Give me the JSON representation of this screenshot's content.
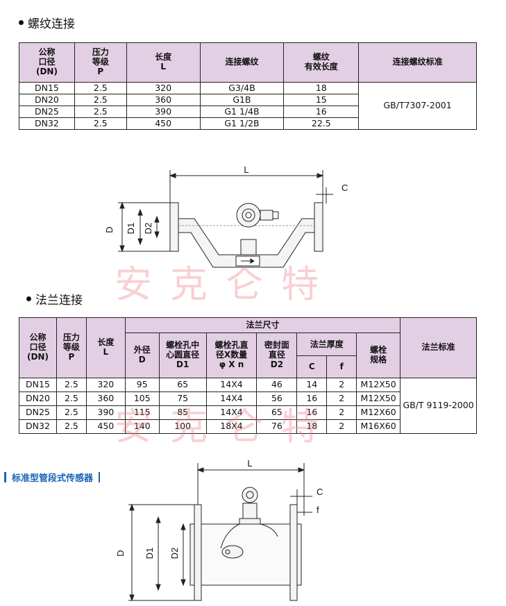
{
  "thread": {
    "title": "螺纹连接",
    "headers": [
      "公称\n口径\n(DN)",
      "压力\n等级\nP",
      "长度\nL",
      "连接螺纹",
      "螺纹\n有效长度",
      "连接螺纹标准"
    ],
    "rows": [
      [
        "DN15",
        "2.5",
        "320",
        "G3/4B",
        "18"
      ],
      [
        "DN20",
        "2.5",
        "360",
        "G1B",
        "15"
      ],
      [
        "DN25",
        "2.5",
        "390",
        "G1 1/4B",
        "16"
      ],
      [
        "DN32",
        "2.5",
        "450",
        "G1 1/2B",
        "22.5"
      ]
    ],
    "standard": "GB/T7307-2001"
  },
  "thread_diagram": {
    "L": "L",
    "C": "C",
    "D": "D",
    "D1": "D1",
    "D2": "D2"
  },
  "watermark": "安克仑特",
  "flange": {
    "title": "法兰连接",
    "h_dn": "公称\n口径\n(DN)",
    "h_p": "压力\n等级\nP",
    "h_len": "长度\nL",
    "h_size": "法兰尺寸",
    "h_od": "外径\nD",
    "h_d1": "螺栓孔中\n心圆直径\nD1",
    "h_holes": "螺栓孔直\n径X数量\nφ X n",
    "h_d2": "密封面\n直径\nD2",
    "h_thick": "法兰厚度",
    "h_c": "C",
    "h_f": "f",
    "h_bolt": "螺栓\n规格",
    "h_std": "法兰标准",
    "rows": [
      [
        "DN15",
        "2.5",
        "320",
        "95",
        "65",
        "14X4",
        "46",
        "14",
        "2",
        "M12X50"
      ],
      [
        "DN20",
        "2.5",
        "360",
        "105",
        "75",
        "14X4",
        "56",
        "16",
        "2",
        "M12X50"
      ],
      [
        "DN25",
        "2.5",
        "390",
        "115",
        "85",
        "14X4",
        "65",
        "16",
        "2",
        "M12X60"
      ],
      [
        "DN32",
        "2.5",
        "450",
        "140",
        "100",
        "18X4",
        "76",
        "18",
        "2",
        "M16X60"
      ]
    ],
    "standard": "GB/T 9119-2000"
  },
  "sensor": {
    "title": "标准型管段式传感器",
    "L": "L",
    "C": "C",
    "f": "f",
    "D": "D",
    "D1": "D1",
    "D2": "D2"
  }
}
